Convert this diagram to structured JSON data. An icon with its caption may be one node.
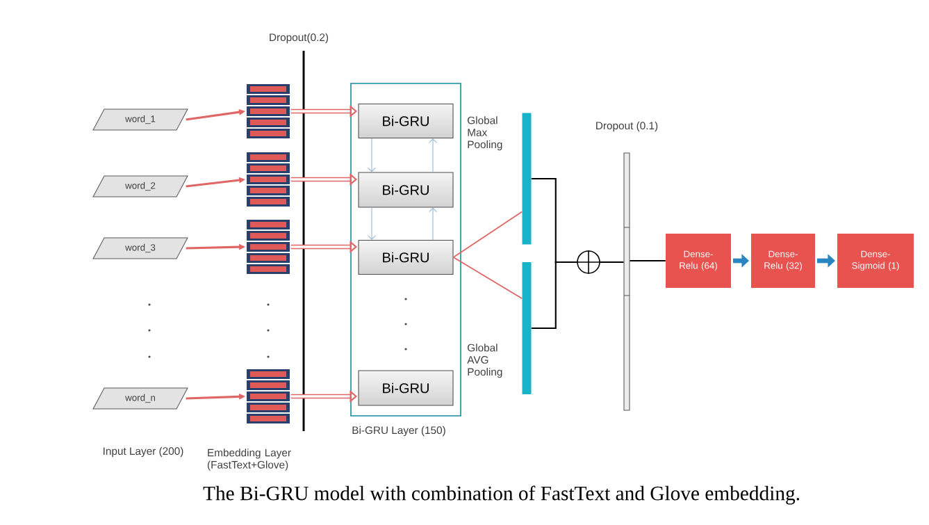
{
  "diagram": {
    "caption": "The Bi-GRU model with combination of FastText and Glove embedding.",
    "nodes": [
      {
        "text": [
          "word_1"
        ]
      },
      {
        "text": [
          "word_2"
        ]
      },
      {
        "text": [
          "word_3"
        ]
      },
      {
        "text": [
          "word_n"
        ]
      },
      {
        "text": [],
        "shape": "box"
      },
      {
        "text": [],
        "shape": "box"
      },
      {
        "text": [],
        "shape": "box"
      },
      {
        "text": [],
        "shape": "box"
      },
      {
        "text": [
          "Bi-GRU Layer (150)"
        ]
      },
      {
        "text": [
          "Bi-GRU"
        ],
        "in": 8
      },
      {
        "text": [
          "Bi-GRU"
        ],
        "in": 8
      },
      {
        "text": [
          "Bi-GRU"
        ],
        "in": 8
      },
      {
        "text": [
          "Bi-GRU"
        ],
        "in": 8
      },
      {
        "text": [],
        "shape": "bar"
      },
      {
        "text": [],
        "shape": "bar"
      },
      {
        "text": [],
        "shape": "circle"
      },
      {
        "text": [],
        "shape": "bar",
        "beside": [
          "Dropout (0.1)"
        ]
      },
      {
        "text": [
          "Dense-Relu (64)"
        ]
      },
      {
        "text": [
          "Dense-Relu (32)"
        ]
      },
      {
        "text": [
          "Dense-Sigmoid (1)"
        ]
      }
    ],
    "edges": [
      {
        "from": 0,
        "to": 4,
        "arrow": "to"
      },
      {
        "from": 1,
        "to": 5,
        "arrow": "to"
      },
      {
        "from": 2,
        "to": 6,
        "arrow": "to"
      },
      {
        "from": 3,
        "to": 7,
        "arrow": "to"
      },
      {
        "from": 4,
        "to": 9,
        "arrow": "to",
        "style": "thick"
      },
      {
        "from": 5,
        "to": 10,
        "arrow": "to",
        "style": "thick"
      },
      {
        "from": 6,
        "to": 11,
        "arrow": "to",
        "style": "thick"
      },
      {
        "from": 7,
        "to": 12,
        "arrow": "to",
        "style": "thick"
      },
      {
        "from": 9,
        "to": 10,
        "arrow": "to",
        "color": "#8fb8d8"
      },
      {
        "from": 10,
        "to": 9,
        "arrow": "to",
        "color": "#8fb8d8"
      },
      {
        "from": 10,
        "to": 11,
        "arrow": "to",
        "color": "#8fb8d8"
      },
      {
        "from": 11,
        "to": 10,
        "arrow": "to",
        "color": "#8fb8d8"
      },
      {
        "from": 11,
        "to": 13,
        "arrow": "none"
      },
      {
        "from": 11,
        "to": 14,
        "arrow": "none"
      },
      {
        "from": 13,
        "to": 15,
        "arrow": "none",
        "color": "#000000"
      },
      {
        "from": 14,
        "to": 15,
        "arrow": "none",
        "color": "#000000"
      },
      {
        "from": 15,
        "to": 16,
        "arrow": "none",
        "color": "#000000"
      },
      {
        "from": 16,
        "to": 17,
        "arrow": "none",
        "color": "#000000"
      },
      {
        "from": 17,
        "to": 18,
        "arrow": "to",
        "color": "#2a86c0",
        "style": "thick"
      },
      {
        "from": 18,
        "to": 19,
        "arrow": "to",
        "color": "#2a86c0",
        "style": "thick"
      }
    ],
    "labels": [
      "Dropout(0.2)",
      "Global Max Pooling",
      "Global AVG Pooling",
      "Input Layer (200)",
      "Embedding Layer (FastText+Glove)"
    ]
  }
}
